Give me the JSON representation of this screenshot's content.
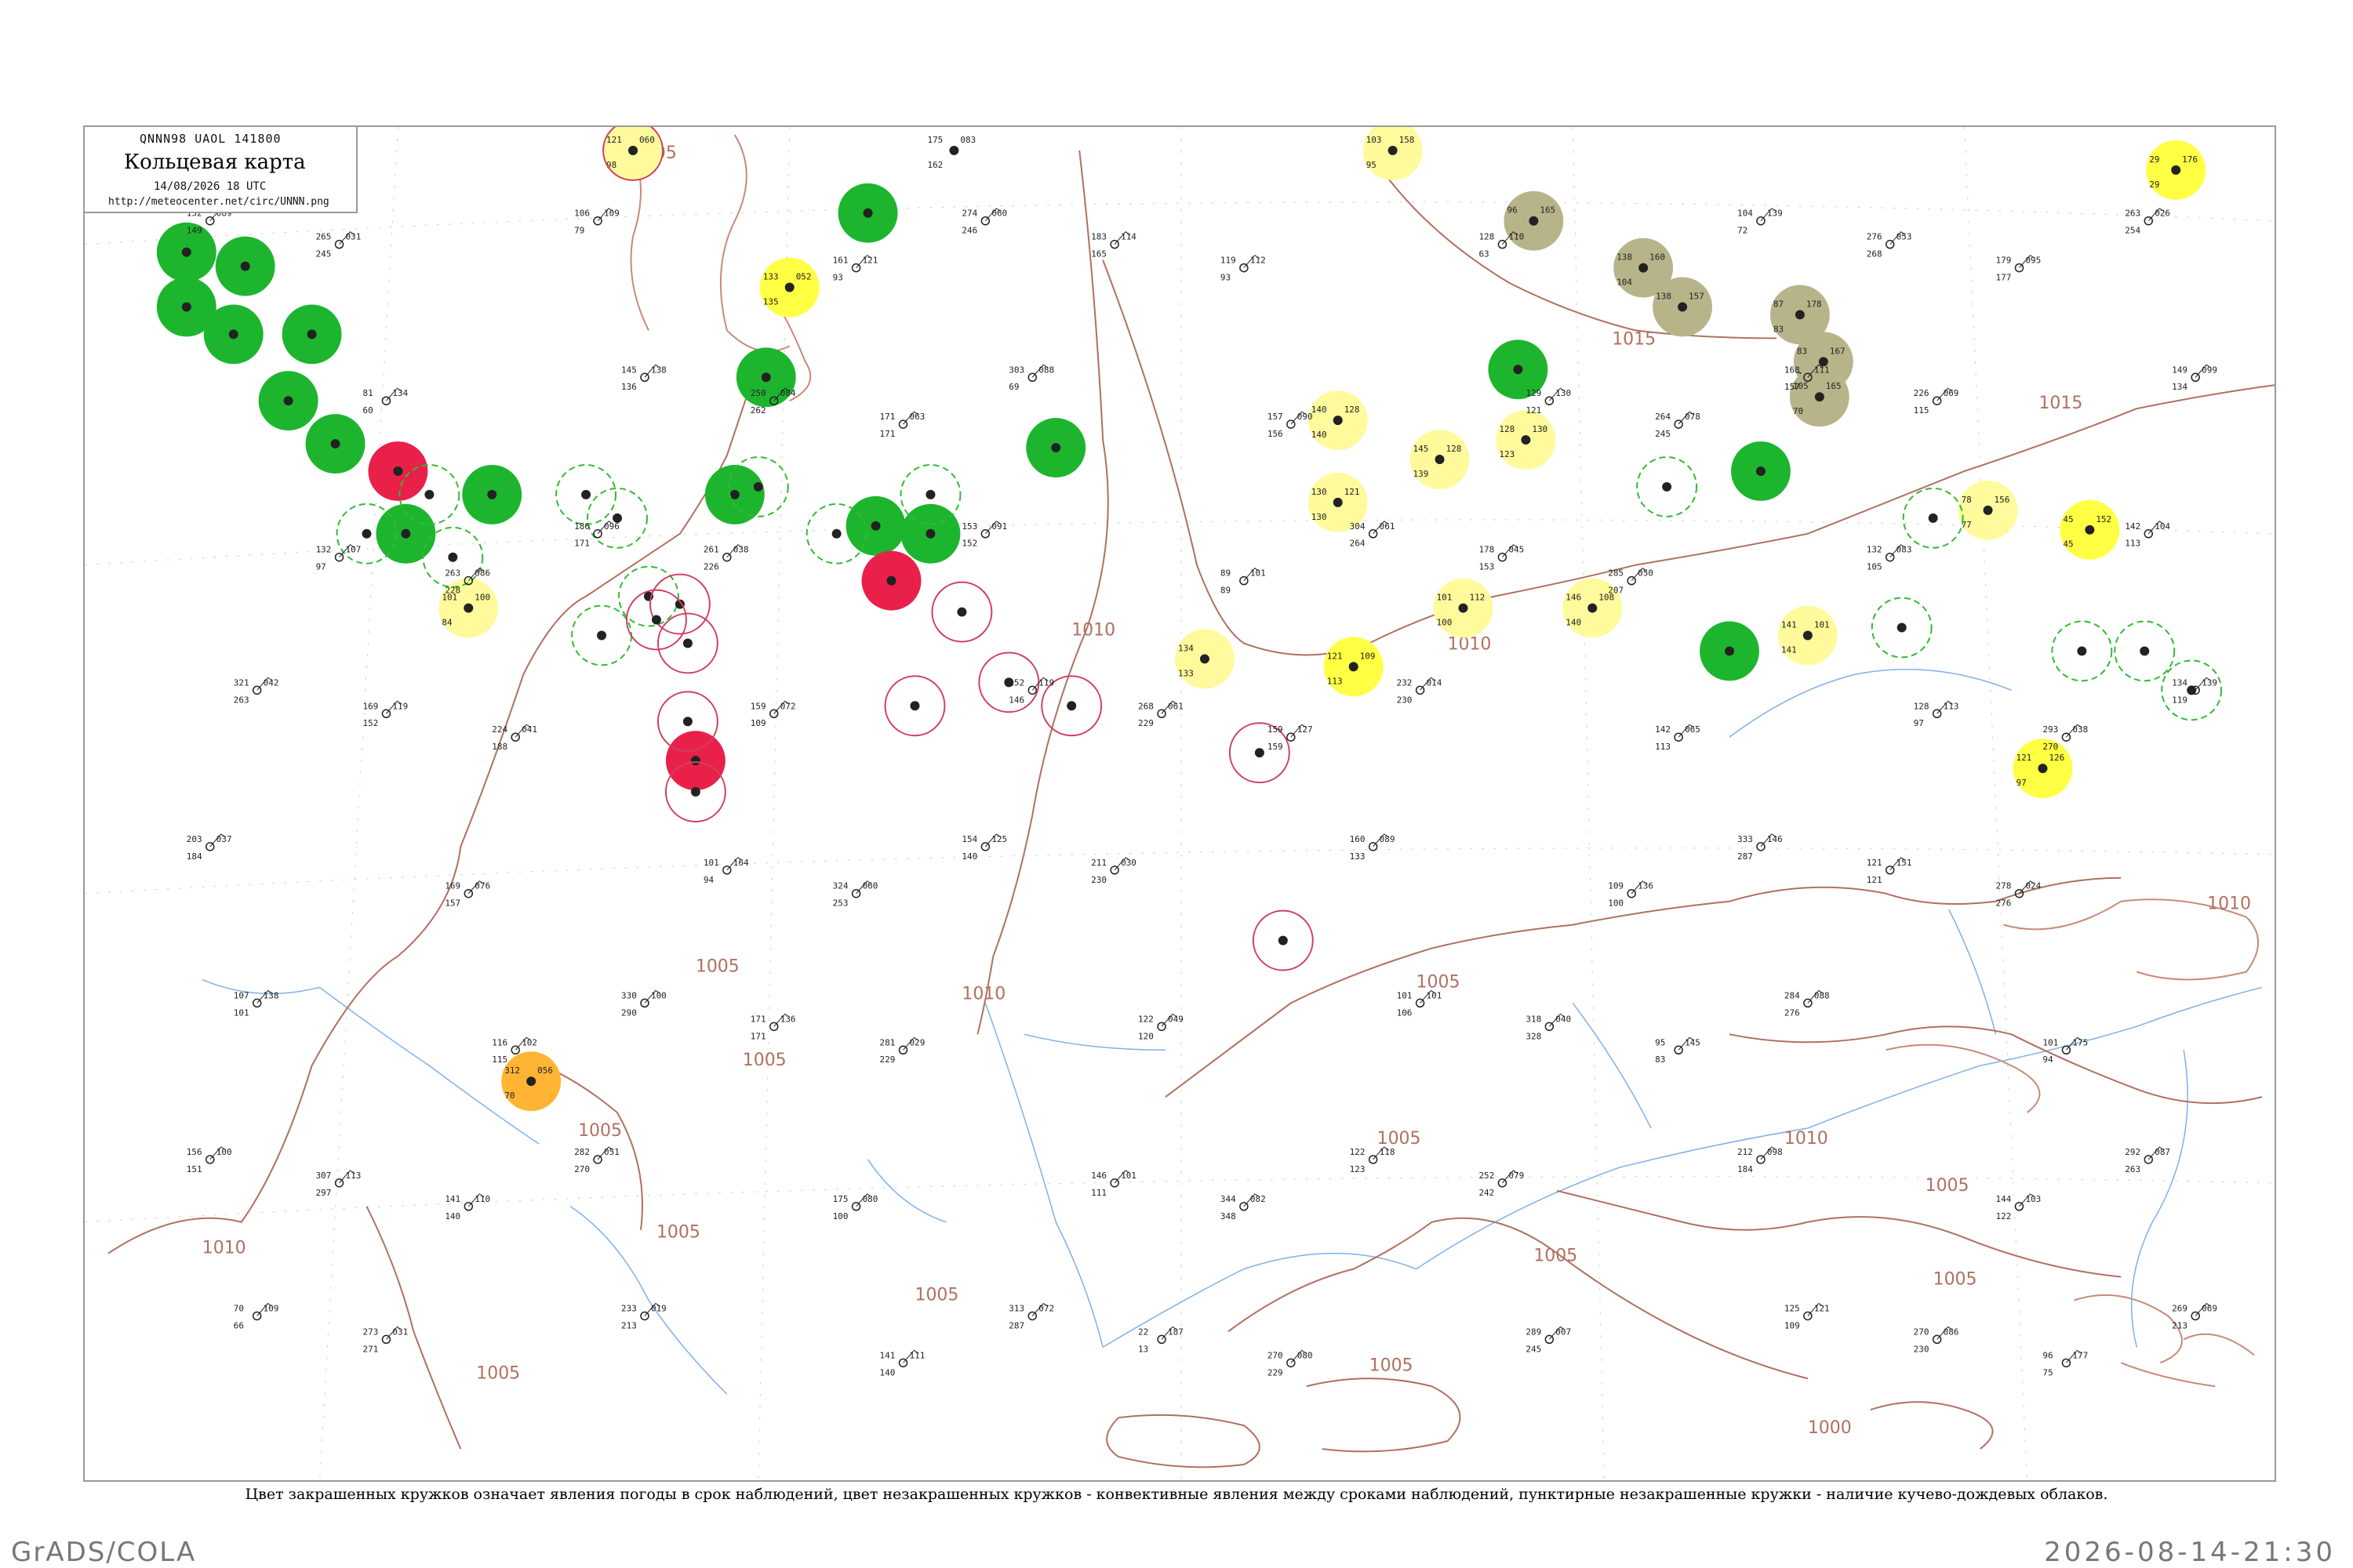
{
  "header": {
    "code": "QNNN98  UAOL  141800",
    "title": "Кольцевая карта",
    "time": "14/08/2026 18 UTC",
    "url": "http://meteocenter.net/circ/UNNN.png"
  },
  "caption": "Цвет закрашенных кружков означает явления погоды в срок наблюдений, цвет незакрашенных кружков - конвективные явления между сроками наблюдений, пунктирные незакрашенные кружки - наличие кучево-дождевых облаков.",
  "footer": {
    "left": "GrADS/COLA",
    "right": "2026-08-14-21:30"
  },
  "colors": {
    "green": "#1db52e",
    "yellow": "#ffff44",
    "pale_yellow": "#fffa9c",
    "red": "#e8204a",
    "orange": "#ffb533",
    "olive": "#b8b48a",
    "isobar": "#b07060",
    "river": "#6fa8e8",
    "dashed_green": "#33bb33",
    "ring_red": "#d04060"
  },
  "isobar_labels": [
    {
      "text": "1005"
    },
    {
      "text": "1005"
    },
    {
      "text": "1010"
    },
    {
      "text": "1015"
    },
    {
      "text": "1015"
    },
    {
      "text": "1010"
    },
    {
      "text": "1010"
    },
    {
      "text": "1010"
    },
    {
      "text": "1005"
    },
    {
      "text": "1005"
    },
    {
      "text": "1005"
    },
    {
      "text": "1010"
    },
    {
      "text": "1005"
    },
    {
      "text": "1005"
    },
    {
      "text": "1005"
    },
    {
      "text": "1005"
    },
    {
      "text": "1005"
    },
    {
      "text": "1005"
    },
    {
      "text": "1000"
    },
    {
      "text": "1005"
    },
    {
      "text": "1005"
    },
    {
      "text": "1010"
    }
  ],
  "stations": [
    {
      "t": "121",
      "p": "060",
      "td": "98",
      "kind": "pale_yellow"
    },
    {
      "t": "175",
      "p": "083",
      "td": "162",
      "kind": "none"
    },
    {
      "t": "103",
      "p": "158",
      "td": "95",
      "kind": "pale_yellow"
    },
    {
      "t": "29",
      "p": "176",
      "td": "29",
      "kind": "yellow"
    },
    {
      "t": "133",
      "p": "052",
      "td": "135",
      "kind": "yellow"
    },
    {
      "t": "96",
      "p": "165",
      "td": "",
      "kind": "olive"
    },
    {
      "t": "138",
      "p": "160",
      "td": "104",
      "kind": "olive"
    },
    {
      "t": "138",
      "p": "157",
      "td": "",
      "kind": "olive"
    },
    {
      "t": "87",
      "p": "178",
      "td": "83",
      "kind": "olive"
    },
    {
      "t": "83",
      "p": "167",
      "td": "77",
      "kind": "olive"
    },
    {
      "t": "105",
      "p": "165",
      "td": "70",
      "kind": "olive"
    },
    {
      "t": "140",
      "p": "128",
      "td": "140",
      "kind": "pale_yellow"
    },
    {
      "t": "145",
      "p": "128",
      "td": "139",
      "kind": "pale_yellow"
    },
    {
      "t": "128",
      "p": "130",
      "td": "123",
      "kind": "pale_yellow"
    },
    {
      "t": "130",
      "p": "121",
      "td": "130",
      "kind": "pale_yellow"
    },
    {
      "t": "78",
      "p": "156",
      "td": "77",
      "kind": "pale_yellow"
    },
    {
      "t": "45",
      "p": "152",
      "td": "45",
      "kind": "yellow"
    },
    {
      "t": "101",
      "p": "100",
      "td": "84",
      "kind": "pale_yellow"
    },
    {
      "t": "134",
      "p": "",
      "td": "133",
      "kind": "pale_yellow"
    },
    {
      "t": "121",
      "p": "109",
      "td": "113",
      "kind": "yellow"
    },
    {
      "t": "101",
      "p": "112",
      "td": "100",
      "kind": "pale_yellow"
    },
    {
      "t": "146",
      "p": "108",
      "td": "140",
      "kind": "pale_yellow"
    },
    {
      "t": "141",
      "p": "101",
      "td": "141",
      "kind": "pale_yellow"
    },
    {
      "t": "121",
      "p": "126",
      "td": "97",
      "kind": "yellow"
    },
    {
      "t": "312",
      "p": "056",
      "td": "70",
      "kind": "orange"
    },
    {
      "t": "",
      "p": "",
      "td": "",
      "kind": "green"
    },
    {
      "t": "",
      "p": "",
      "td": "",
      "kind": "green"
    },
    {
      "t": "",
      "p": "",
      "td": "",
      "kind": "green"
    },
    {
      "t": "",
      "p": "",
      "td": "",
      "kind": "green"
    },
    {
      "t": "",
      "p": "",
      "td": "",
      "kind": "green"
    },
    {
      "t": "",
      "p": "",
      "td": "",
      "kind": "green"
    },
    {
      "t": "",
      "p": "",
      "td": "",
      "kind": "green"
    },
    {
      "t": "",
      "p": "",
      "td": "",
      "kind": "green"
    },
    {
      "t": "",
      "p": "",
      "td": "",
      "kind": "green"
    },
    {
      "t": "",
      "p": "",
      "td": "",
      "kind": "green"
    },
    {
      "t": "",
      "p": "",
      "td": "",
      "kind": "green"
    },
    {
      "t": "",
      "p": "",
      "td": "",
      "kind": "green"
    },
    {
      "t": "",
      "p": "",
      "td": "",
      "kind": "green"
    },
    {
      "t": "",
      "p": "",
      "td": "",
      "kind": "green"
    },
    {
      "t": "",
      "p": "",
      "td": "",
      "kind": "green"
    },
    {
      "t": "",
      "p": "",
      "td": "",
      "kind": "green"
    },
    {
      "t": "",
      "p": "",
      "td": "",
      "kind": "green"
    },
    {
      "t": "",
      "p": "",
      "td": "",
      "kind": "green"
    },
    {
      "t": "",
      "p": "",
      "td": "",
      "kind": "red"
    },
    {
      "t": "",
      "p": "",
      "td": "",
      "kind": "red"
    },
    {
      "t": "",
      "p": "",
      "td": "",
      "kind": "red"
    },
    {
      "t": "",
      "p": "",
      "td": "",
      "kind": "ring_green"
    },
    {
      "t": "",
      "p": "",
      "td": "",
      "kind": "ring_green"
    },
    {
      "t": "",
      "p": "",
      "td": "",
      "kind": "ring_green"
    },
    {
      "t": "",
      "p": "",
      "td": "",
      "kind": "ring_green"
    },
    {
      "t": "",
      "p": "",
      "td": "",
      "kind": "ring_green"
    },
    {
      "t": "",
      "p": "",
      "td": "",
      "kind": "ring_green"
    },
    {
      "t": "",
      "p": "",
      "td": "",
      "kind": "ring_green"
    },
    {
      "t": "",
      "p": "",
      "td": "",
      "kind": "ring_green"
    },
    {
      "t": "",
      "p": "",
      "td": "",
      "kind": "ring_green"
    },
    {
      "t": "",
      "p": "",
      "td": "",
      "kind": "ring_green"
    },
    {
      "t": "",
      "p": "",
      "td": "",
      "kind": "ring_green"
    },
    {
      "t": "",
      "p": "",
      "td": "",
      "kind": "ring_green"
    },
    {
      "t": "",
      "p": "",
      "td": "",
      "kind": "ring_green"
    },
    {
      "t": "",
      "p": "",
      "td": "",
      "kind": "ring_green"
    },
    {
      "t": "",
      "p": "",
      "td": "",
      "kind": "ring_green"
    },
    {
      "t": "",
      "p": "",
      "td": "",
      "kind": "ring_green"
    },
    {
      "t": "",
      "p": "",
      "td": "",
      "kind": "ring_red"
    },
    {
      "t": "",
      "p": "",
      "td": "",
      "kind": "ring_red"
    },
    {
      "t": "",
      "p": "",
      "td": "",
      "kind": "ring_red"
    },
    {
      "t": "",
      "p": "",
      "td": "",
      "kind": "ring_red"
    },
    {
      "t": "",
      "p": "",
      "td": "",
      "kind": "ring_red"
    },
    {
      "t": "",
      "p": "",
      "td": "",
      "kind": "ring_red"
    },
    {
      "t": "",
      "p": "",
      "td": "",
      "kind": "ring_red"
    },
    {
      "t": "",
      "p": "",
      "td": "",
      "kind": "ring_red"
    },
    {
      "t": "",
      "p": "",
      "td": "",
      "kind": "ring_red"
    },
    {
      "t": "",
      "p": "",
      "td": "",
      "kind": "ring_red"
    },
    {
      "t": "",
      "p": "",
      "td": "",
      "kind": "ring_red"
    },
    {
      "t": "",
      "p": "",
      "td": "",
      "kind": "ring_red"
    }
  ],
  "plain_stations": [
    [
      "152",
      "089",
      "149"
    ],
    [
      "183",
      "114",
      "165"
    ],
    [
      "179",
      "095",
      "177"
    ],
    [
      "171",
      "063",
      "171"
    ],
    [
      "168",
      "111",
      "157"
    ],
    [
      "186",
      "096",
      "171"
    ],
    [
      "178",
      "045",
      "153"
    ],
    [
      "169",
      "119",
      "152"
    ],
    [
      "159",
      "127",
      "159"
    ],
    [
      "134",
      "139",
      "119"
    ],
    [
      "154",
      "125",
      "140"
    ],
    [
      "121",
      "151",
      "121"
    ],
    [
      "171",
      "136",
      "171"
    ],
    [
      "95",
      "145",
      "83"
    ],
    [
      "141",
      "110",
      "140"
    ],
    [
      "122",
      "118",
      "123"
    ],
    [
      "70",
      "109",
      "66"
    ],
    [
      "22",
      "187",
      "13"
    ],
    [
      "96",
      "177",
      "75"
    ],
    [
      "161",
      "121",
      "93"
    ],
    [
      "104",
      "139",
      "72"
    ],
    [
      "145",
      "138",
      "136"
    ],
    [
      "129",
      "130",
      "121"
    ],
    [
      "132",
      "107",
      "97"
    ],
    [
      "89",
      "101",
      "89"
    ],
    [
      "142",
      "104",
      "113"
    ],
    [
      "152",
      "119",
      "146"
    ],
    [
      "128",
      "113",
      "97"
    ],
    [
      "101",
      "164",
      "94"
    ],
    [
      "109",
      "136",
      "100"
    ],
    [
      "116",
      "102",
      "115"
    ],
    [
      "101",
      "101",
      "106"
    ],
    [
      "156",
      "100",
      "151"
    ],
    [
      "146",
      "101",
      "111"
    ],
    [
      "144",
      "103",
      "122"
    ],
    [
      "141",
      "111",
      "140"
    ],
    [
      "125",
      "121",
      "109"
    ],
    [
      "106",
      "109",
      "79"
    ],
    [
      "128",
      "110",
      "63"
    ],
    [
      "81",
      "134",
      "60"
    ],
    [
      "157",
      "090",
      "156"
    ],
    [
      "149",
      "099",
      "134"
    ],
    [
      "153",
      "091",
      "152"
    ],
    [
      "132",
      "083",
      "105"
    ],
    [
      "159",
      "072",
      "109"
    ],
    [
      "142",
      "065",
      "113"
    ],
    [
      "169",
      "076",
      "157"
    ],
    [
      "160",
      "089",
      "133"
    ],
    [
      "107",
      "138",
      "101"
    ],
    [
      "122",
      "049",
      "120"
    ],
    [
      "101",
      "175",
      "94"
    ],
    [
      "175",
      "080",
      "100"
    ],
    [
      "212",
      "098",
      "184"
    ],
    [
      "233",
      "019",
      "213"
    ],
    [
      "289",
      "007",
      "245"
    ],
    [
      "265",
      "031",
      "245"
    ],
    [
      "119",
      "112",
      "93"
    ],
    [
      "263",
      "026",
      "254"
    ],
    [
      "303",
      "088",
      "69"
    ],
    [
      "226",
      "069",
      "115"
    ],
    [
      "261",
      "038",
      "226"
    ],
    [
      "285",
      "050",
      "207"
    ],
    [
      "224",
      "041",
      "188"
    ],
    [
      "232",
      "014",
      "230"
    ],
    [
      "203",
      "037",
      "184"
    ],
    [
      "211",
      "030",
      "230"
    ],
    [
      "278",
      "024",
      "276"
    ],
    [
      "281",
      "029",
      "229"
    ],
    [
      "284",
      "088",
      "276"
    ],
    [
      "282",
      "051",
      "270"
    ],
    [
      "252",
      "079",
      "242"
    ],
    [
      "273",
      "031",
      "271"
    ],
    [
      "270",
      "080",
      "229"
    ],
    [
      "269",
      "069",
      "213"
    ],
    [
      "274",
      "060",
      "246"
    ],
    [
      "276",
      "053",
      "268"
    ],
    [
      "250",
      "084",
      "262"
    ],
    [
      "264",
      "078",
      "245"
    ],
    [
      "263",
      "086",
      "228"
    ],
    [
      "304",
      "061",
      "264"
    ],
    [
      "321",
      "042",
      "263"
    ],
    [
      "268",
      "061",
      "229"
    ],
    [
      "293",
      "038",
      "270"
    ],
    [
      "324",
      "060",
      "253"
    ],
    [
      "333",
      "146",
      "287"
    ],
    [
      "330",
      "100",
      "290"
    ],
    [
      "318",
      "040",
      "328"
    ],
    [
      "307",
      "113",
      "297"
    ],
    [
      "344",
      "082",
      "348"
    ],
    [
      "292",
      "087",
      "263"
    ],
    [
      "313",
      "072",
      "287"
    ],
    [
      "270",
      "086",
      "230"
    ]
  ]
}
